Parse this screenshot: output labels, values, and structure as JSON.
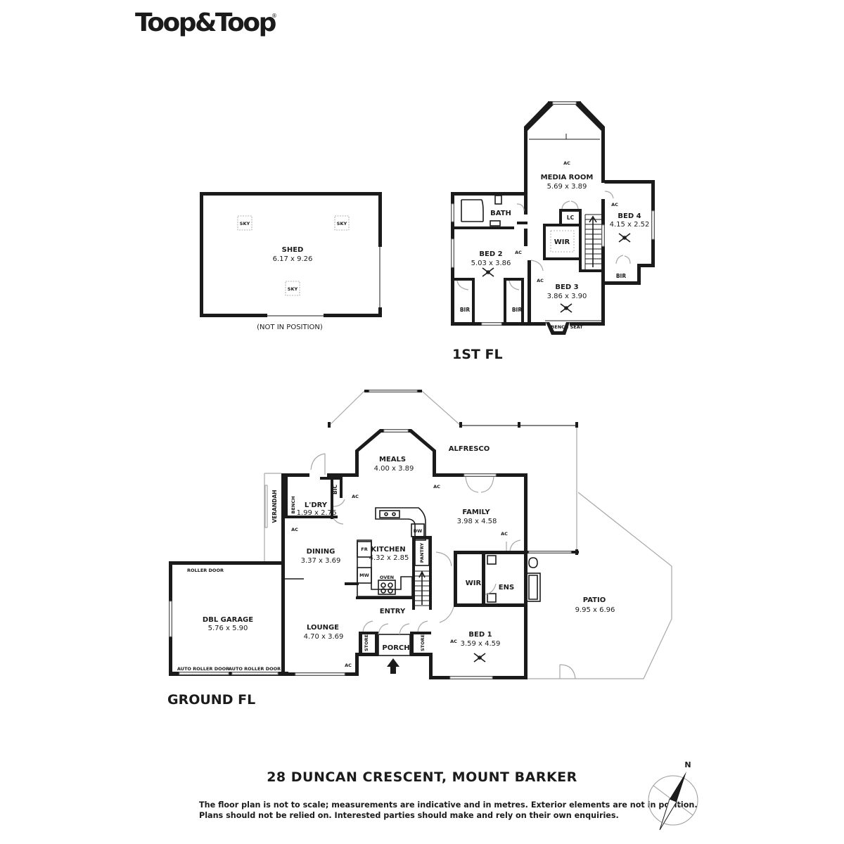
{
  "brand": {
    "logo_text": "Toop&Toop",
    "registered_mark": "®"
  },
  "shed": {
    "name": "SHED",
    "dims": "6.17 x 9.26",
    "sky_label": "SKY",
    "note": "(NOT IN POSITION)"
  },
  "first_floor": {
    "label": "1ST FL",
    "rooms": {
      "media_room": {
        "name": "MEDIA ROOM",
        "dims": "5.69 x 3.89"
      },
      "bath": {
        "name": "BATH"
      },
      "bed2": {
        "name": "BED 2",
        "dims": "5.03 x 3.86"
      },
      "bed3": {
        "name": "BED 3",
        "dims": "3.86 x 3.90"
      },
      "bed4": {
        "name": "BED 4",
        "dims": "4.15 x 2.52"
      },
      "wir": {
        "name": "WIR"
      },
      "lc": {
        "name": "LC"
      },
      "bir": {
        "name": "BIR"
      },
      "bench_seat": {
        "name": "BENCH SEAT"
      }
    }
  },
  "ground_floor": {
    "label": "GROUND FL",
    "rooms": {
      "meals": {
        "name": "MEALS",
        "dims": "4.00 x 3.89"
      },
      "alfresco": {
        "name": "ALFRESCO"
      },
      "family": {
        "name": "FAMILY",
        "dims": "3.98 x 4.58"
      },
      "laundry": {
        "name": "L'DRY",
        "dims": "1.99 x 2.76"
      },
      "dining": {
        "name": "DINING",
        "dims": "3.37 x 3.69"
      },
      "kitchen": {
        "name": "KITCHEN",
        "dims": "4.32 x 2.85"
      },
      "lounge": {
        "name": "LOUNGE",
        "dims": "4.70 x 3.69"
      },
      "entry": {
        "name": "ENTRY"
      },
      "porch": {
        "name": "PORCH"
      },
      "bed1": {
        "name": "BED 1",
        "dims": "3.59 x 4.59"
      },
      "ens": {
        "name": "ENS"
      },
      "wir": {
        "name": "WIR"
      },
      "patio": {
        "name": "PATIO",
        "dims": "9.95 x 6.96"
      },
      "garage": {
        "name": "DBL GARAGE",
        "dims": "5.76 x 5.90"
      },
      "verandah": {
        "name": "VERANDAH"
      },
      "bench": {
        "name": "BENCH"
      },
      "bic": {
        "name": "BIC"
      },
      "pantry": {
        "name": "PANTRY"
      },
      "store": {
        "name": "STORE"
      },
      "fr": {
        "name": "FR"
      },
      "mw": {
        "name": "MW"
      },
      "dw": {
        "name": "DW"
      },
      "oven": {
        "name": "OVEN"
      },
      "roller_door": {
        "name": "ROLLER DOOR"
      },
      "auto_roller_door": {
        "name": "AUTO ROLLER DOOR"
      }
    }
  },
  "ac_label": "AC",
  "address": "28 DUNCAN CRESCENT, MOUNT BARKER",
  "disclaimer": {
    "line1": "The floor plan is not to scale; measurements are indicative and in metres. Exterior elements are not in position.",
    "line2": "Plans should not be relied on. Interested parties should make and rely on their own enquiries."
  },
  "compass": {
    "north_label": "N",
    "icon": "compass-north-icon"
  }
}
